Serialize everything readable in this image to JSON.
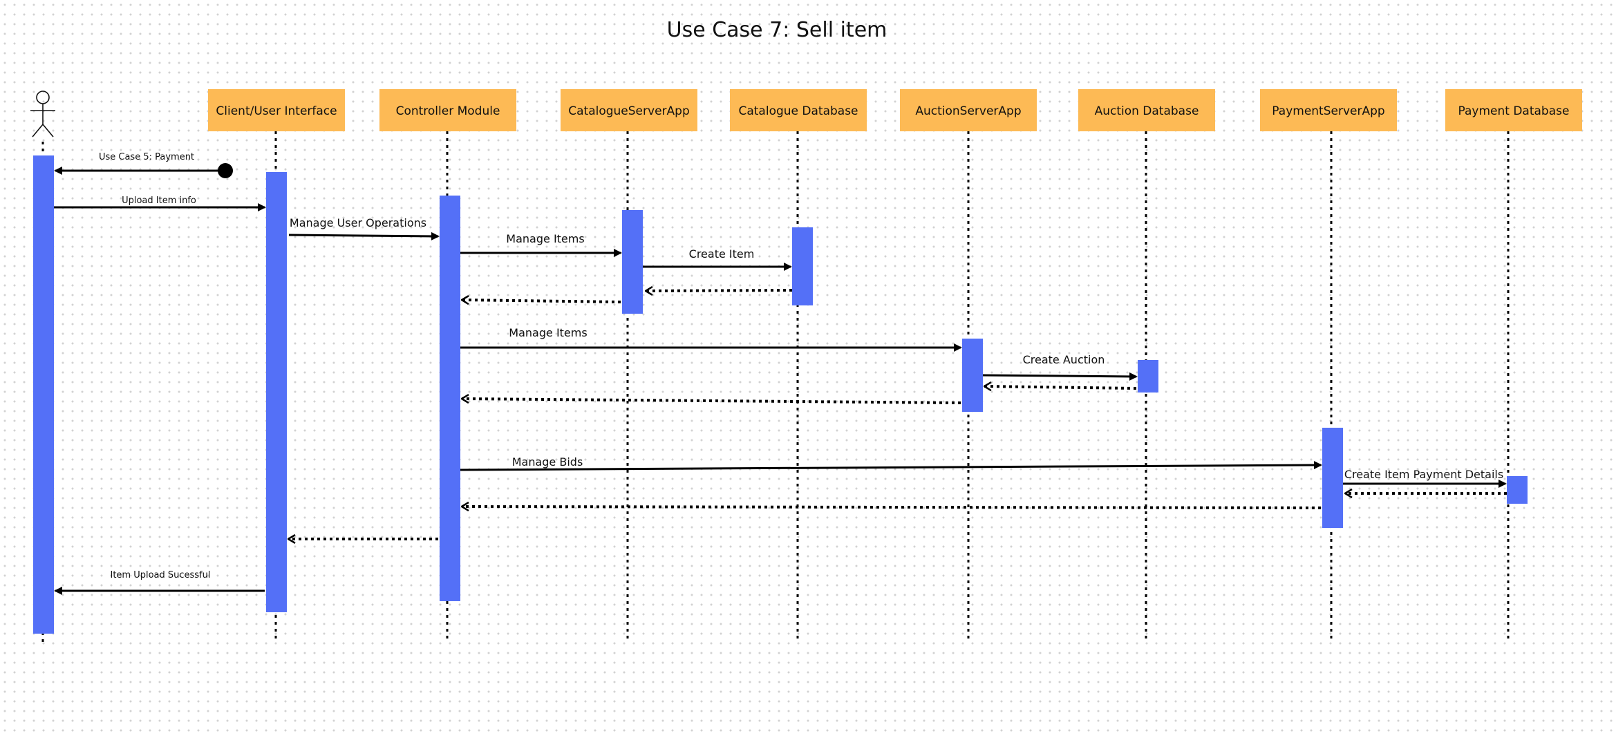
{
  "title": "Use Case 7: Sell item",
  "colors": {
    "participant_fill": "#FDBA55",
    "activation_fill": "#5470F7",
    "line": "#000000",
    "background_dots": "#d2d2d2"
  },
  "actor": {
    "icon": "stick-figure-actor-icon"
  },
  "participants": [
    {
      "id": "client",
      "label": "Client/User Interface"
    },
    {
      "id": "controller",
      "label": "Controller Module"
    },
    {
      "id": "catalogue_server",
      "label": "CatalogueServerApp"
    },
    {
      "id": "catalogue_db",
      "label": "Catalogue Database"
    },
    {
      "id": "auction_server",
      "label": "AuctionServerApp"
    },
    {
      "id": "auction_db",
      "label": "Auction Database"
    },
    {
      "id": "payment_server",
      "label": "PaymentServerApp"
    },
    {
      "id": "payment_db",
      "label": "Payment Database"
    }
  ],
  "messages": [
    {
      "from": "found",
      "to": "actor",
      "label": "Use Case 5: Payment",
      "type": "found"
    },
    {
      "from": "actor",
      "to": "client",
      "label": "Upload Item info",
      "type": "sync"
    },
    {
      "from": "client",
      "to": "controller",
      "label": "Manage User Operations",
      "type": "sync"
    },
    {
      "from": "controller",
      "to": "catalogue_server",
      "label": "Manage Items",
      "type": "sync"
    },
    {
      "from": "catalogue_server",
      "to": "catalogue_db",
      "label": "Create Item",
      "type": "sync"
    },
    {
      "from": "catalogue_db",
      "to": "catalogue_server",
      "label": "",
      "type": "return"
    },
    {
      "from": "catalogue_server",
      "to": "controller",
      "label": "",
      "type": "return"
    },
    {
      "from": "controller",
      "to": "auction_server",
      "label": "Manage Items",
      "type": "sync"
    },
    {
      "from": "auction_server",
      "to": "auction_db",
      "label": "Create Auction",
      "type": "sync"
    },
    {
      "from": "auction_db",
      "to": "auction_server",
      "label": "",
      "type": "return"
    },
    {
      "from": "auction_server",
      "to": "controller",
      "label": "",
      "type": "return"
    },
    {
      "from": "controller",
      "to": "payment_server",
      "label": "Manage Bids",
      "type": "sync"
    },
    {
      "from": "payment_server",
      "to": "payment_db",
      "label": "Create Item Payment Details",
      "type": "sync"
    },
    {
      "from": "payment_db",
      "to": "payment_server",
      "label": "",
      "type": "return"
    },
    {
      "from": "payment_server",
      "to": "controller",
      "label": "",
      "type": "return"
    },
    {
      "from": "controller",
      "to": "client",
      "label": "",
      "type": "return"
    },
    {
      "from": "client",
      "to": "actor",
      "label": "Item Upload Sucessful",
      "type": "sync"
    }
  ]
}
